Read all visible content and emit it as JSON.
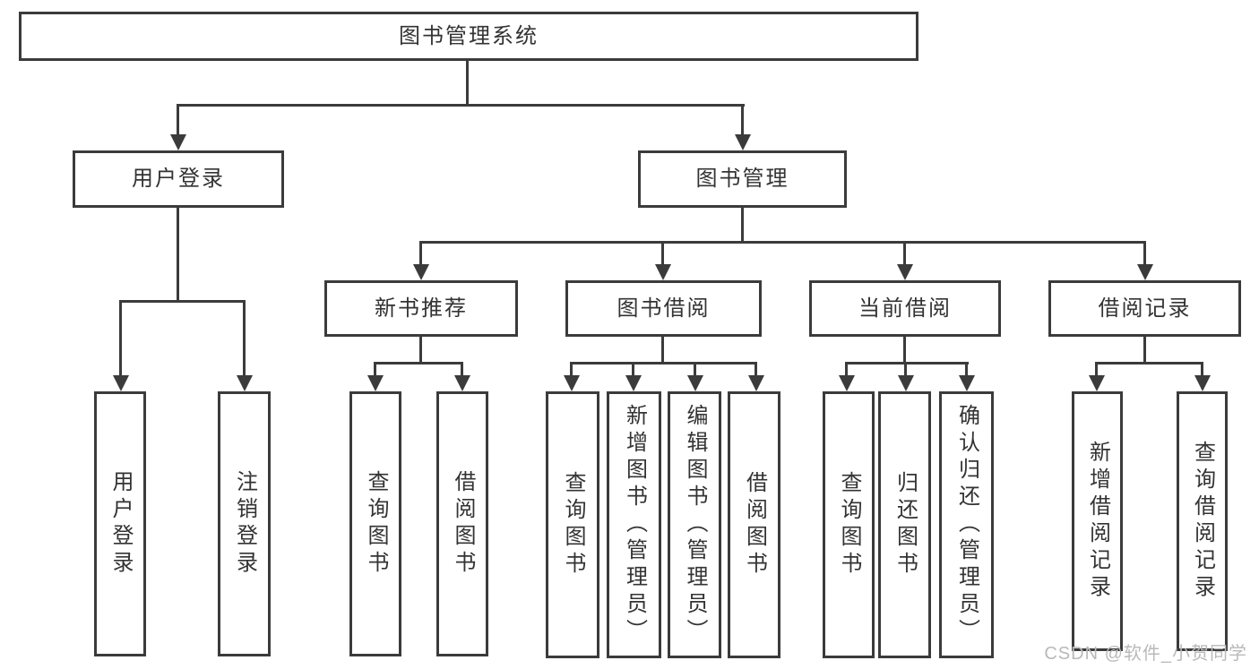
{
  "diagram": {
    "title": "图书管理系统",
    "tree": {
      "root": {
        "label": "图书管理系统"
      },
      "branches": [
        {
          "label": "用户登录",
          "children": [
            {
              "label": "用户登录"
            },
            {
              "label": "注销登录"
            }
          ]
        },
        {
          "label": "图书管理",
          "children": [
            {
              "label": "新书推荐",
              "children": [
                {
                  "label": "查询图书"
                },
                {
                  "label": "借阅图书"
                }
              ]
            },
            {
              "label": "图书借阅",
              "children": [
                {
                  "label": "查询图书"
                },
                {
                  "label": "新增图书（管理员）"
                },
                {
                  "label": "编辑图书（管理员）"
                },
                {
                  "label": "借阅图书"
                }
              ]
            },
            {
              "label": "当前借阅",
              "children": [
                {
                  "label": "查询图书"
                },
                {
                  "label": "归还图书"
                },
                {
                  "label": "确认归还（管理员）"
                }
              ]
            },
            {
              "label": "借阅记录",
              "children": [
                {
                  "label": "新增借阅记录"
                },
                {
                  "label": "查询借阅记录"
                }
              ]
            }
          ]
        }
      ]
    },
    "watermark": {
      "text": "CSDN @软件_小贺同学"
    },
    "colors": {
      "line": "#3b3b3b",
      "box_border": "#3b3b3b",
      "box_background": "#ffffff",
      "text": "#333333",
      "watermark": "#b9b9b9"
    }
  }
}
